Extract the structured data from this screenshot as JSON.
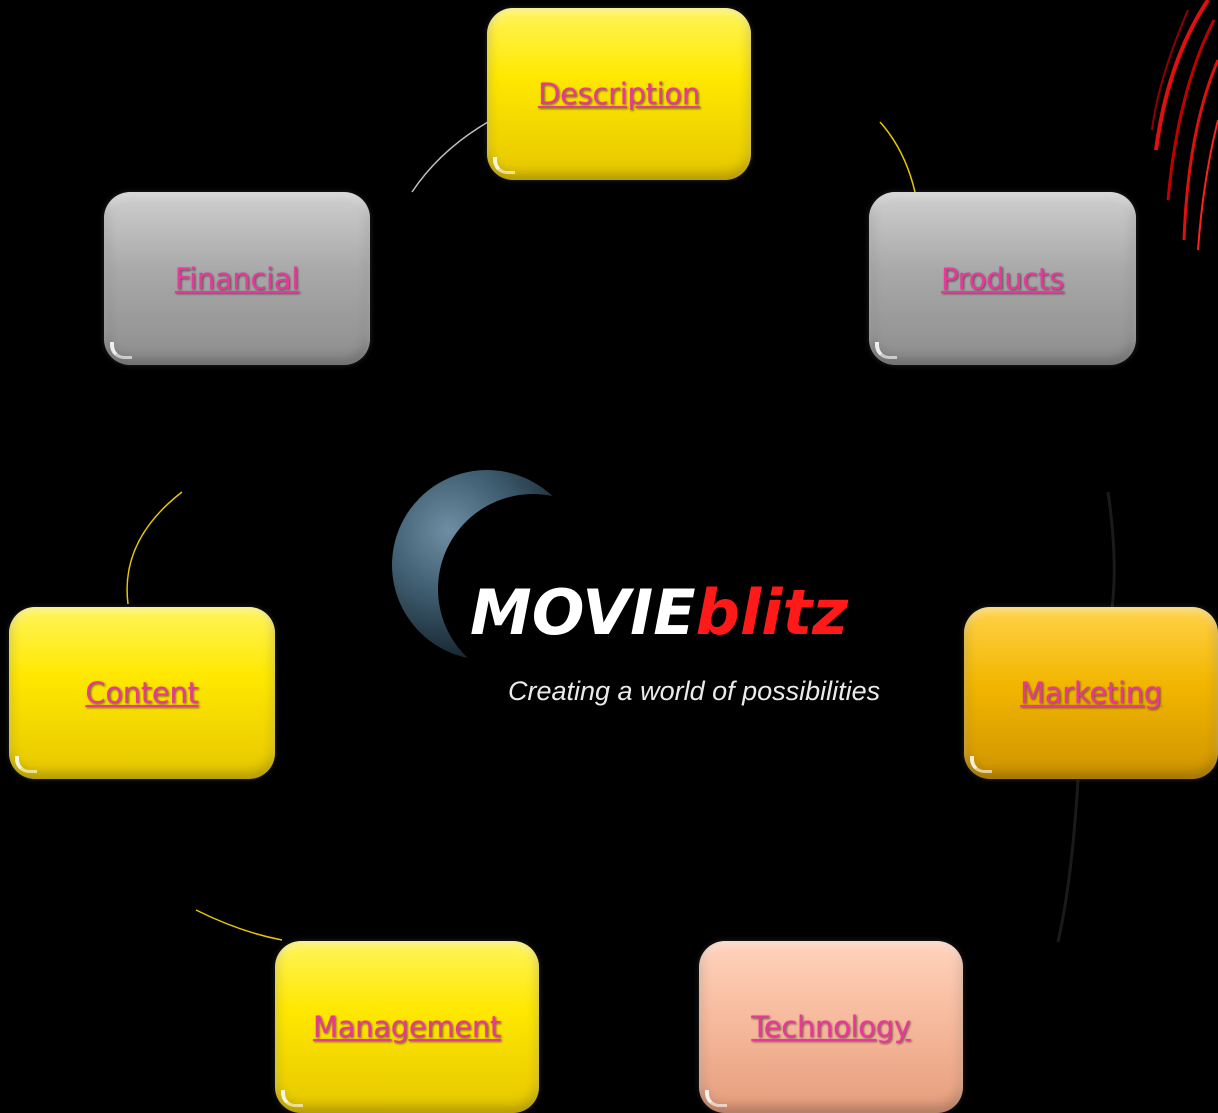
{
  "brand": {
    "part1": "MOVIE",
    "part2": "blitz"
  },
  "tagline": "Creating a world of possibilities",
  "nodes": {
    "description": {
      "label": "Description"
    },
    "products": {
      "label": "Products"
    },
    "marketing": {
      "label": "Marketing"
    },
    "technology": {
      "label": "Technology"
    },
    "management": {
      "label": "Management"
    },
    "content": {
      "label": "Content"
    },
    "financial": {
      "label": "Financial"
    }
  },
  "colors": {
    "background": "#000000",
    "link": "#e8389a",
    "yellow": "#ffe800",
    "grey": "#a9a9a9",
    "orange": "#f2b600",
    "peach": "#f6b89a",
    "brand_accent": "#ff1a1a"
  }
}
